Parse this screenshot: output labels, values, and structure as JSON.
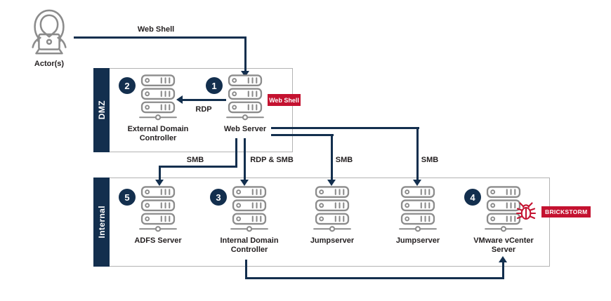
{
  "actor": {
    "label": "Actor(s)"
  },
  "zones": {
    "dmz": {
      "label": "DMZ"
    },
    "internal": {
      "label": "Internal"
    }
  },
  "nodes": {
    "web_server": {
      "step": "1",
      "label": "Web Server"
    },
    "external_dc": {
      "step": "2",
      "label": "External Domain\nController"
    },
    "internal_dc": {
      "step": "3",
      "label": "Internal Domain\nController"
    },
    "vcenter": {
      "step": "4",
      "label": "VMware vCenter\nServer"
    },
    "adfs": {
      "step": "5",
      "label": "ADFS Server"
    },
    "jumpserver1": {
      "label": "Jumpserver"
    },
    "jumpserver2": {
      "label": "Jumpserver"
    }
  },
  "edges": {
    "actor_to_web_server": {
      "label": "Web Shell"
    },
    "web_server_to_external_dc": {
      "label": "RDP"
    },
    "web_server_to_adfs": {
      "label": "SMB"
    },
    "web_server_to_internal_dc": {
      "label": "RDP & SMB"
    },
    "web_server_to_jumpserver1": {
      "label": "SMB"
    },
    "web_server_to_jumpserver2": {
      "label": "SMB"
    },
    "internal_dc_to_vcenter": {
      "label": ""
    }
  },
  "badges": {
    "web_shell": {
      "label": "Web Shell"
    },
    "brickstorm": {
      "label": "BRICKSTORM"
    }
  },
  "colors": {
    "navy": "#132F4E",
    "red": "#C41230",
    "icon_gray": "#8C8C8C"
  }
}
